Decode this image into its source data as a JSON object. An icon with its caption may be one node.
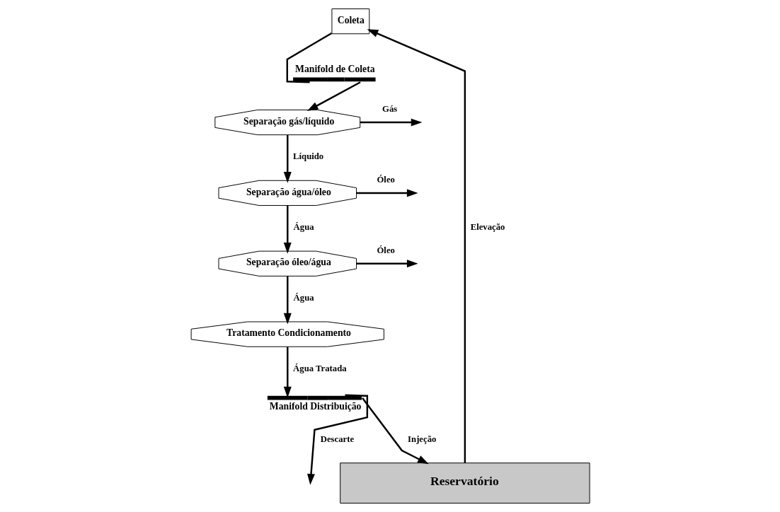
{
  "diagram": {
    "nodes": [
      {
        "text": [
          "Coleta"
        ]
      },
      {
        "text": [
          "Manifold de Coleta"
        ]
      },
      {
        "text": [
          "Separação gás/líquido"
        ]
      },
      {
        "text": [
          "Separação água/óleo"
        ]
      },
      {
        "text": [
          "Separação óleo/água"
        ]
      },
      {
        "text": [
          "Tratamento Condicionamento"
        ]
      },
      {
        "text": [
          "Manifold Distribuição"
        ]
      },
      {
        "text": [
          "Reservatório"
        ]
      }
    ],
    "edges": [
      {
        "from": 7,
        "to": 0,
        "arrow": "to",
        "label": "Elevação"
      },
      {
        "from": 0,
        "to": 1,
        "arrow": "none"
      },
      {
        "from": 1,
        "to": 2,
        "arrow": "to"
      },
      {
        "from": 2,
        "to": null,
        "arrow": "to",
        "label": "Gás"
      },
      {
        "from": 2,
        "to": 3,
        "arrow": "to",
        "label": "Líquido"
      },
      {
        "from": 3,
        "to": null,
        "arrow": "to",
        "label": "Óleo"
      },
      {
        "from": 3,
        "to": 4,
        "arrow": "to",
        "label": "Água"
      },
      {
        "from": 4,
        "to": null,
        "arrow": "to",
        "label": "Óleo"
      },
      {
        "from": 4,
        "to": 5,
        "arrow": "to",
        "label": "Água"
      },
      {
        "from": 5,
        "to": 6,
        "arrow": "to",
        "label": "Água Tratada"
      },
      {
        "from": 6,
        "to": null,
        "arrow": "to",
        "label": "Descarte"
      },
      {
        "from": 6,
        "to": 7,
        "arrow": "to",
        "label": "Injeção"
      }
    ]
  }
}
